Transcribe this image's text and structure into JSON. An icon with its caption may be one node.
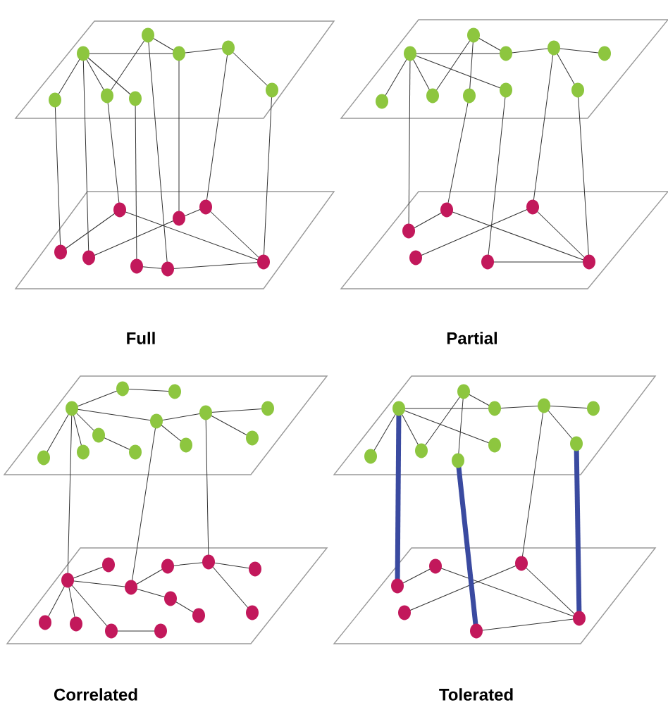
{
  "diagram": {
    "labels": [
      "Full",
      "Partial",
      "Correlated",
      "Tolerated"
    ]
  }
}
